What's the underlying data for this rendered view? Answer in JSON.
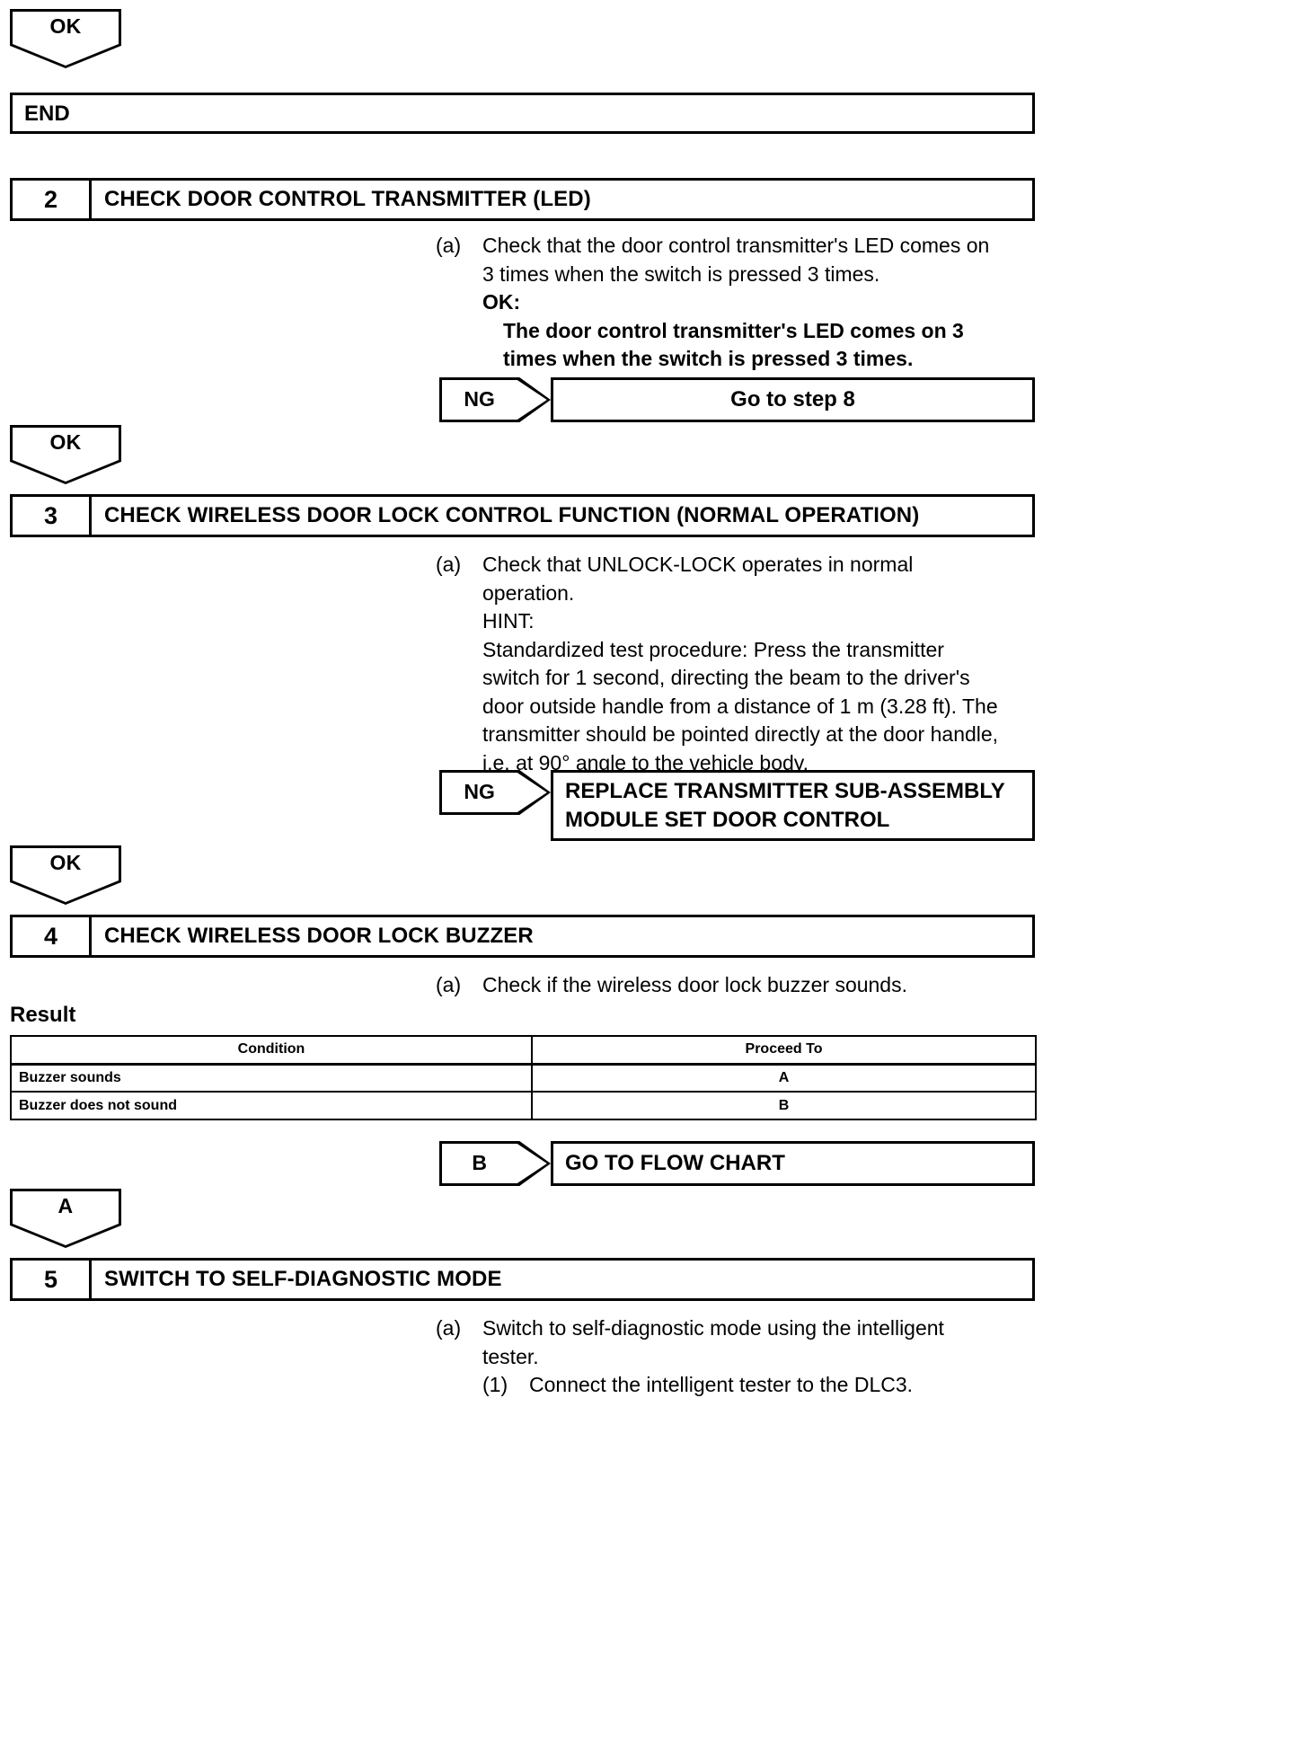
{
  "document": {
    "type": "diagnostic-flowchart",
    "title": "Wireless Door Lock Control Diagnostic Procedure"
  },
  "connectors": {
    "ok_top": "OK",
    "ok_after_step2": "OK",
    "ok_after_step3": "OK",
    "a_after_step4": "A",
    "ng_step2": "NG",
    "ng_step3": "NG",
    "b_step4": "B"
  },
  "end_box": {
    "label": "END"
  },
  "steps": [
    {
      "number": "2",
      "title": "CHECK DOOR CONTROL TRANSMITTER (LED)",
      "instructions": {
        "marker": "(a)",
        "line1": "Check that the door control transmitter's LED comes on",
        "line2": "3 times when the switch is pressed 3 times.",
        "ok_label": "OK:",
        "ok_line1": "The door control transmitter's LED comes on 3",
        "ok_line2": "times when the switch is pressed 3 times."
      },
      "ng_outcome": "Go to step 8"
    },
    {
      "number": "3",
      "title": "CHECK WIRELESS DOOR LOCK CONTROL FUNCTION (NORMAL OPERATION)",
      "instructions": {
        "marker": "(a)",
        "line1": "Check that UNLOCK-LOCK operates in normal",
        "line2": "operation.",
        "hint_label": "HINT:",
        "hint_line1": "Standardized test procedure: Press the transmitter",
        "hint_line2": "switch for 1 second, directing the beam to the driver's",
        "hint_line3": "door outside handle from a distance of 1 m (3.28 ft). The",
        "hint_line4": "transmitter should be pointed directly at the door handle,",
        "hint_line5": "i.e. at 90° angle to the vehicle body."
      },
      "ng_outcome_line1": "REPLACE TRANSMITTER SUB-ASSEMBLY",
      "ng_outcome_line2": "MODULE SET DOOR CONTROL"
    },
    {
      "number": "4",
      "title": "CHECK WIRELESS DOOR LOCK BUZZER",
      "instructions": {
        "marker": "(a)",
        "line1": "Check if the wireless door lock buzzer sounds."
      },
      "result_label": "Result",
      "result_table": {
        "headers": [
          "Condition",
          "Proceed To"
        ],
        "rows": [
          [
            "Buzzer sounds",
            "A"
          ],
          [
            "Buzzer does not sound",
            "B"
          ]
        ]
      },
      "b_outcome": "GO TO FLOW CHART"
    },
    {
      "number": "5",
      "title": "SWITCH TO SELF-DIAGNOSTIC MODE",
      "instructions": {
        "marker": "(a)",
        "line1": "Switch to self-diagnostic mode using the intelligent",
        "line2": "tester.",
        "sub_marker": "(1)",
        "sub_line1": "Connect the intelligent tester to the DLC3."
      }
    }
  ]
}
